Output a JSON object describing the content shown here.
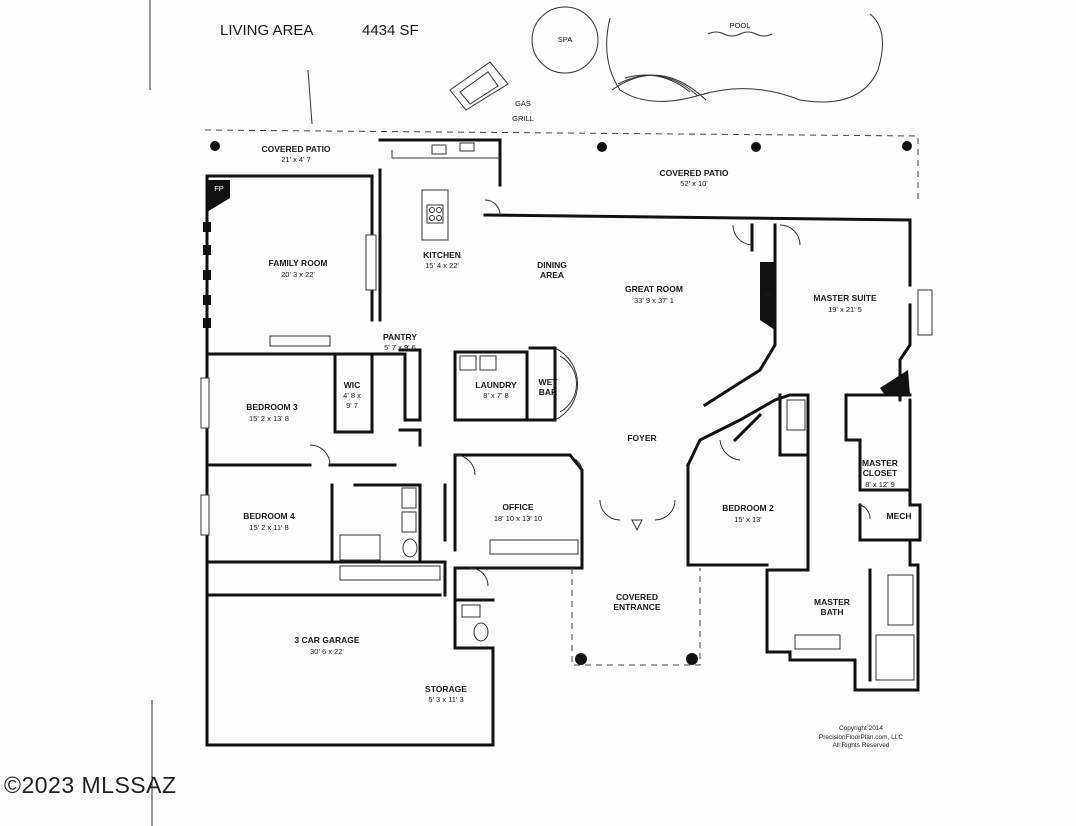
{
  "header": {
    "living_area_label": "LIVING AREA",
    "square_feet": "4434 SF"
  },
  "outdoor": {
    "spa": "SPA",
    "pool": "POOL",
    "gas": "GAS",
    "grill": "GRILL"
  },
  "rooms": {
    "covered_patio_left": {
      "name": "COVERED PATIO",
      "dim": "21' x 4' 7"
    },
    "covered_patio_right": {
      "name": "COVERED PATIO",
      "dim": "52' x 10'"
    },
    "family_room": {
      "name": "FAMILY ROOM",
      "dim": "20' 3 x 22'"
    },
    "kitchen": {
      "name": "KITCHEN",
      "dim": "15' 4 x 22'"
    },
    "dining": {
      "line1": "DINING",
      "line2": "AREA"
    },
    "great_room": {
      "name": "GREAT ROOM",
      "dim": "33' 9 x 37' 1"
    },
    "master_suite": {
      "name": "MASTER SUITE",
      "dim": "19' x 21' 5"
    },
    "pantry": {
      "name": "PANTRY",
      "dim": "5' 7 x 9' 6"
    },
    "wic": {
      "name": "WIC",
      "dim1": "4' 8 x",
      "dim2": "9' 7"
    },
    "laundry": {
      "name": "LAUNDRY",
      "dim": "8' x 7' 8"
    },
    "wet_bar": {
      "line1": "WET",
      "line2": "BAR"
    },
    "bedroom3": {
      "name": "BEDROOM 3",
      "dim": "15' 2 x 13' 8"
    },
    "foyer": {
      "name": "FOYER"
    },
    "master_closet": {
      "line1": "MASTER",
      "line2": "CLOSET",
      "dim": "8' x 12' 9"
    },
    "bedroom4": {
      "name": "BEDROOM 4",
      "dim": "15' 2 x 11' 8"
    },
    "office": {
      "name": "OFFICE",
      "dim": "18' 10 x 13' 10"
    },
    "bedroom2": {
      "name": "BEDROOM 2",
      "dim": "15' x 13'"
    },
    "mech": {
      "name": "MECH"
    },
    "covered_entrance": {
      "line1": "COVERED",
      "line2": "ENTRANCE"
    },
    "master_bath": {
      "line1": "MASTER",
      "line2": "BATH"
    },
    "garage": {
      "name": "3 CAR GARAGE",
      "dim": "30' 6 x 22'"
    },
    "storage": {
      "name": "STORAGE",
      "dim": "5' 3 x 11' 3"
    }
  },
  "fireplace_label": "FP",
  "copyright": {
    "line1": "Copyright 2014",
    "line2": "PrecisionFloorPlan.com, LLC",
    "line3": "All Rights Reserved"
  },
  "watermark": "©2023 MLSSAZ",
  "colors": {
    "wall": "#111111",
    "background": "#fdfdfd"
  }
}
